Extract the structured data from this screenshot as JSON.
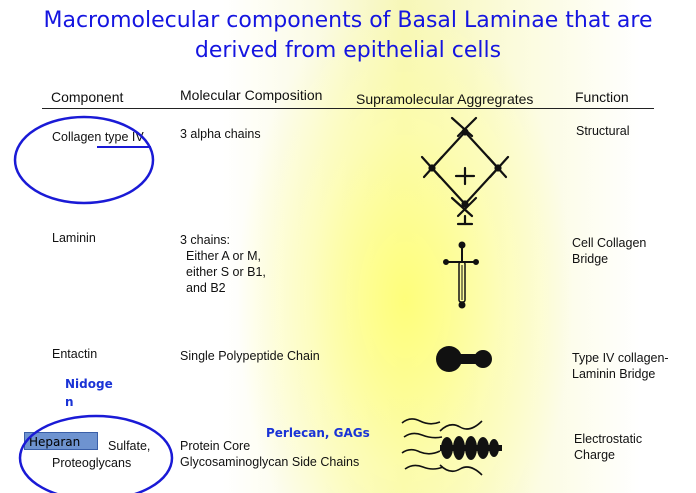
{
  "title": {
    "line1": "Macromolecular components of Basal Laminae that are",
    "line2": "derived from epithelial cells"
  },
  "colors": {
    "title": "#1515e0",
    "annotation": "#1a33d6",
    "heparan_box": "#6e93d0",
    "highlight": "#f7f7b8"
  },
  "table": {
    "headers": [
      "Component",
      "Molecular Composition",
      "Supramolecular Aggregrates",
      "Function"
    ],
    "rows": [
      {
        "component": [
          "Collagen type IV"
        ],
        "composition": [
          "3 alpha chains"
        ],
        "aggregate_icon": "collagen-network-icon",
        "function": [
          "Structural"
        ]
      },
      {
        "component": [
          "Laminin"
        ],
        "composition": [
          "3 chains:",
          "Either A or M,",
          "either S or B1,",
          "and B2"
        ],
        "aggregate_icon": "laminin-cross-icon",
        "function": [
          "Cell Collagen",
          "Bridge"
        ]
      },
      {
        "component": [
          "Entactin"
        ],
        "composition": [
          "Single Polypeptide Chain"
        ],
        "aggregate_icon": "entactin-dumbbell-icon",
        "function": [
          "Type IV collagen-",
          "Laminin Bridge"
        ]
      },
      {
        "component": [
          "Sulfate,",
          "Proteoglycans"
        ],
        "composition": [
          "Protein Core",
          "Glycosaminoglycan Side Chains"
        ],
        "aggregate_icon": "proteoglycan-brush-icon",
        "function": [
          "Electrostatic",
          "Charge"
        ]
      }
    ]
  },
  "annotations": {
    "nidogen": [
      "Nidoge",
      "n"
    ],
    "perlecan": "Perlecan, GAGs",
    "heparan": "Heparan"
  }
}
